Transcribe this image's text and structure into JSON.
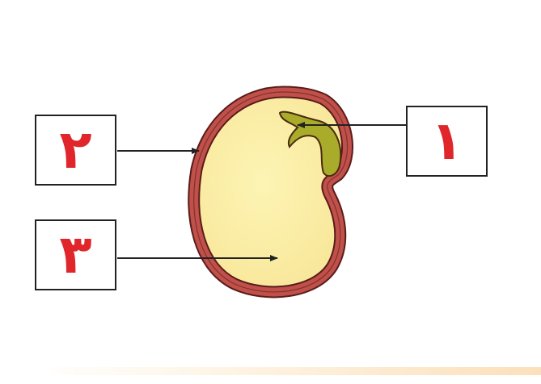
{
  "labels": [
    {
      "id": "1",
      "text": "١"
    },
    {
      "id": "2",
      "text": "٢"
    },
    {
      "id": "3",
      "text": "٣"
    }
  ],
  "colors": {
    "label_text": "#e0262b",
    "seed_coat": "#c0504a",
    "cotyledon": "#fbf0a8",
    "embryo": "#a8ac2a",
    "arrow": "#222222"
  }
}
